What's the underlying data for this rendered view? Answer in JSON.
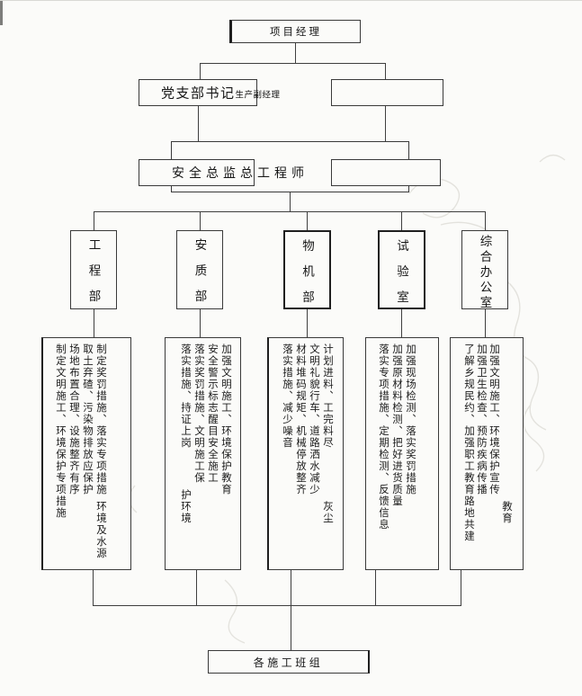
{
  "org_chart": {
    "top": {
      "label": "项目经理"
    },
    "level2": {
      "left_primary": "党支部书记",
      "left_secondary": "生产副经理"
    },
    "level3": {
      "left": "安全总监总工程师"
    },
    "departments": [
      {
        "label": "工程部"
      },
      {
        "label": "安质部"
      },
      {
        "label": "物机部"
      },
      {
        "label": "试验室"
      },
      {
        "label": "综合办公室"
      }
    ],
    "duties": [
      {
        "c1": "制定文明施工、环境保护专项措施",
        "c2": "场地布置合理、设施整齐有序",
        "c3": "取土弃碴、污染物排放应保护",
        "c4": "制定奖罚措施、落实专项措施",
        "c4b": "环境及水源"
      },
      {
        "c1": "落实措施、持证上岗",
        "c1b": "护环境",
        "c2": "落实奖罚措施、文明施工保",
        "c3": "安全警示标志醒目安全施工",
        "c4": "加强文明施工、环境保护教育"
      },
      {
        "c1": "落实措施、减少噪音",
        "c2": "材料堆码规矩、机械停放整齐",
        "c3": "文明礼貌行车、道路洒水减少",
        "c4": "计划进料、工完料尽",
        "c4b": "灰尘"
      },
      {
        "c1": "落实专项措施、定期检测、反馈信息",
        "c2": "加强原材料检测、把好进货质量",
        "c3": "加强现场检测、落实奖罚措施"
      },
      {
        "c1": "了解乡规民约、加强职工教育路地共建",
        "c2": "加强卫生检查、预防疾病传播",
        "c3": "加强文明施工、环境保护宣传",
        "c3b": "教育"
      }
    ],
    "bottom": {
      "label": "各施工班组"
    }
  }
}
